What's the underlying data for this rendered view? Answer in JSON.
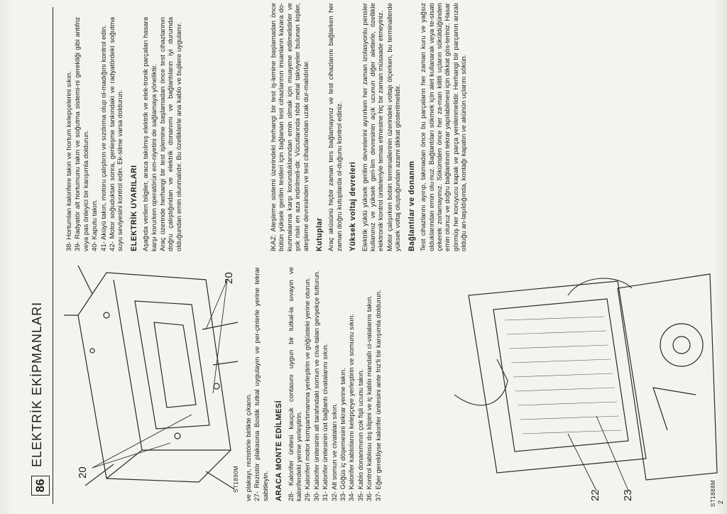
{
  "header": {
    "page_number": "86",
    "title": "ELEKTRİK EKİPMANLARI"
  },
  "figures": {
    "top": {
      "id": "ST1890M",
      "callouts": [
        "20",
        "20"
      ]
    },
    "bottom": {
      "id": "ST1888M",
      "callouts": [
        "22",
        "23"
      ]
    }
  },
  "col1": {
    "paras": [
      "ve plakayı, rezistörle birlikte çıkarın.",
      "27- Rezistör plakasına Bostik tutkal uygulayın ve per-çinlerle yerine tekrar sabitleyin."
    ],
    "heading": "ARACA MONTE EDİLMESİ",
    "steps": [
      "28- Kalorifer ünitesi kauçuk contasını uygun bir tutkal-la sıvayın ve kaloriferdeki yerine yerleştirin.",
      "29- Kaloriferi motor kompartımanına yerleştirin ve göğüsteki yerine oturun.",
      "30- Kalorifer ünitesinin alt tarafındaki somun ve civa-taları gevşekçe tutturun.",
      "31- Kalorifer ünitesinin üst bağlantı civatalarını sıkın.",
      "32- Alt somun ve civataları sıkın.",
      "33- Göğüs iç döşemesini tekrar yerine takın.",
      "34- Kalorifer kablolarını kelepçeye yerleştirin ve somunu sıkın.",
      "35- Kablo donanımının çok fişli ucunu takın.",
      "36- Kontrol kablosu dış klipini ve iç kablo mandallı ci-vatalarını takın.",
      "37- Eğer gerekliyse kalorifer ünitesini ante friz'li bir karışımla doldurun."
    ]
  },
  "col2": {
    "steps": [
      "38- Hortumları kalorifere takın ve hortum kelepçelerini sıkın.",
      "39- Radyatör alt hortumunu takın ve soğutma sistemi-ni gerekliği gibi antifriz veya pas önleyici bir karışımla doldurun.",
      "40- Kaputu takın.",
      "41- Aküyü takın, motoru çalıştırın ve sızdırma olup ol-madığını kontrol edin.",
      "42- Motor soğuduktan sonra, genleşme tankındaki ve radyatördeki soğutma suyu seviyesini kontrol edin. Ek-silme varsa doldurun."
    ],
    "heading": "ELEKTRİK UYARILARI",
    "paras": [
      "Aşağıda verilen bilgiler, araca takılmış elektrik ve elek-tronik parçaları hasara karşı korurken operatörün em-niyetini de sağlamaya yöneliktir.",
      "Araç üzerinde herhangi bir test işlemine başlamadan önce test cihazlarının doğru çalıştığından ve elektrik donanımı ve bağlantıların iyi durumda olduğundan emin olunmalıdır. Bu özelliklerle ana kablo ve bujilere uygulanır."
    ]
  },
  "col3": {
    "ikaz": "İKAZ: Ateşleme sistemi üzerindeki herhangi bir test iş-lemine başlamadan önce bütün yüksek gerilim testleri için bağlanan test cihazlarının insanların kazara do-kunmalarına karşı korunduklarından emin olmak için muayene edilmelidirler ve şok riski en aza indirilmeli-dir. Vücutlarında tıbbi metal takviyeler bulunan kişiler, ateşleme devresinden ve test cihazlarından uzak dur-malıdırlar.",
    "kutuplar_heading": "Kutuplar",
    "kutuplar": "Araç aküsünü hiçbir zaman ters bağlamayınız ve test cihazlarını bağlarken her zaman doğru kutuplarda ol-duğunu kontrol ediniz.",
    "yuksek_heading": "Yüksek voltaj devreleri",
    "yuksek": "Elektrik yüklü yüksek gerilim devrelerini ayırırken her zaman izolasyonlu pensler kullanınız ve yüksek geri-lim devresinin açık ucunun diğer aletlerle, özellikle elektronik kontrol üniteleriyle temas etmesine hiç bir zaman müsaade etmeyiniz.",
    "yuksek2": "Motor çalışırken bobin terminallerinin üzerindeki voltajı ölçerken, bu terminallerde yüksek voltaj oluştuğundan azami dikkat gösterilmelidir.",
    "baglanti_heading": "Bağlantılar ve donanım",
    "baglanti": "Test cihazlarını ayırıp, takmadan önce bu parçaların her zaman kuru ve yağsız olduklarından emin olu-nuz. Bağlantıları sökmek için alet kullanarak veya te-sisatı çekerek zorlamayınız. Sökümden önce her za-man kilitli uçların söküldüğünden emin olunuz ve doğru bağlantının tekrar yapılabilmesi için dikkat gös-teriniz. Hasar görmüş her koruyucu kapak ve parça yenilenmelidir. Herhangi bir parçanın arızalı olduğu an-laşıldığında, kontağı kapatın ve akünün uçlarını sökün."
  },
  "footer": {
    "num": "2"
  }
}
